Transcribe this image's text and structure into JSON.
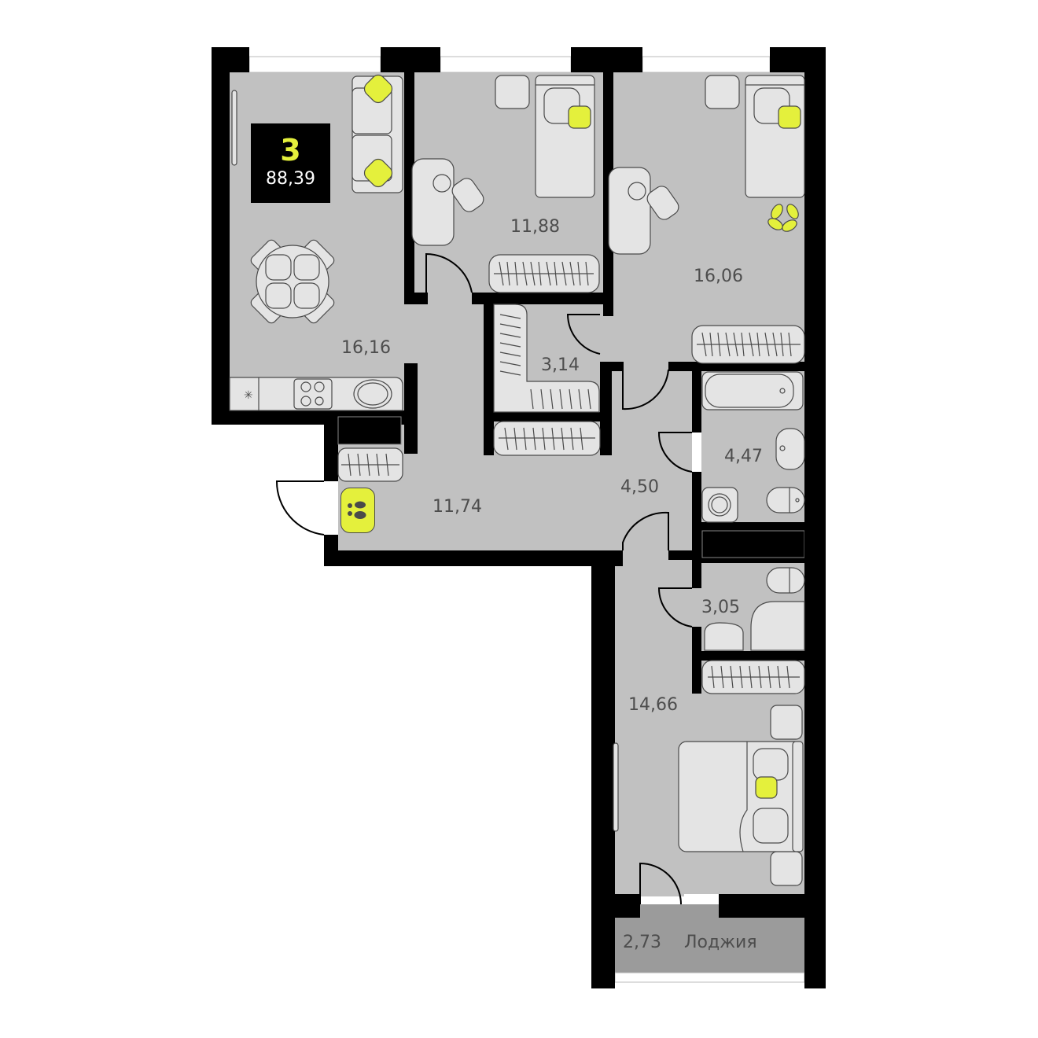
{
  "plan": {
    "rooms_count": "3",
    "total_area": "88,39",
    "accent_color": "#e4f03c",
    "floor_color": "#c1c1c1",
    "wall_color": "#000000"
  },
  "rooms": {
    "kitchen_living": {
      "area": "16,16"
    },
    "bedroom_small": {
      "area": "11,88"
    },
    "bedroom_medium": {
      "area": "16,06"
    },
    "wardrobe": {
      "area": "3,14"
    },
    "hallway_entrance": {
      "area": "11,74"
    },
    "corridor": {
      "area": "4,50"
    },
    "bathroom": {
      "area": "4,47"
    },
    "shower_room": {
      "area": "3,05"
    },
    "master_bedroom": {
      "area": "14,66"
    },
    "loggia": {
      "area": "2,73",
      "label": "Лоджия"
    }
  },
  "icons": {
    "entrance": "footprints-icon",
    "pillows": "pillow-icon",
    "plant": "plant-icon"
  }
}
